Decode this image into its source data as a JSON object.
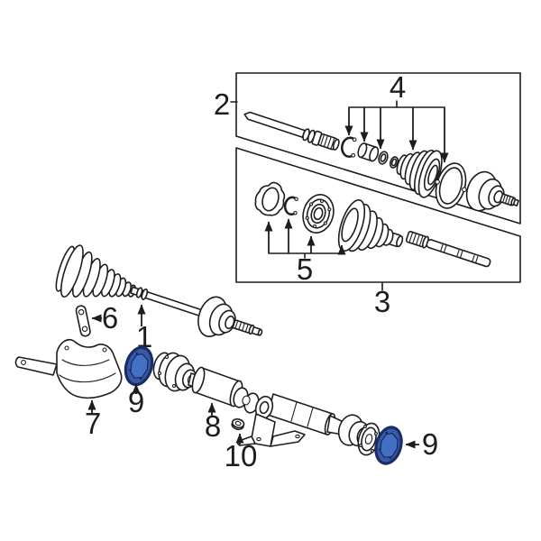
{
  "diagram": {
    "type": "exploded-parts-diagram",
    "background": "#ffffff",
    "line_color": "#1d1d1f",
    "highlighted_part": "9",
    "highlight": {
      "fill": "#3a5aa8",
      "inner_fill": "#4470c4",
      "outline": "#1b2d66"
    },
    "callouts": {
      "c1": "1",
      "c2": "2",
      "c3": "3",
      "c4": "4",
      "c5": "5",
      "c6": "6",
      "c7": "7",
      "c8": "8",
      "c9": "9",
      "c10": "10"
    }
  }
}
